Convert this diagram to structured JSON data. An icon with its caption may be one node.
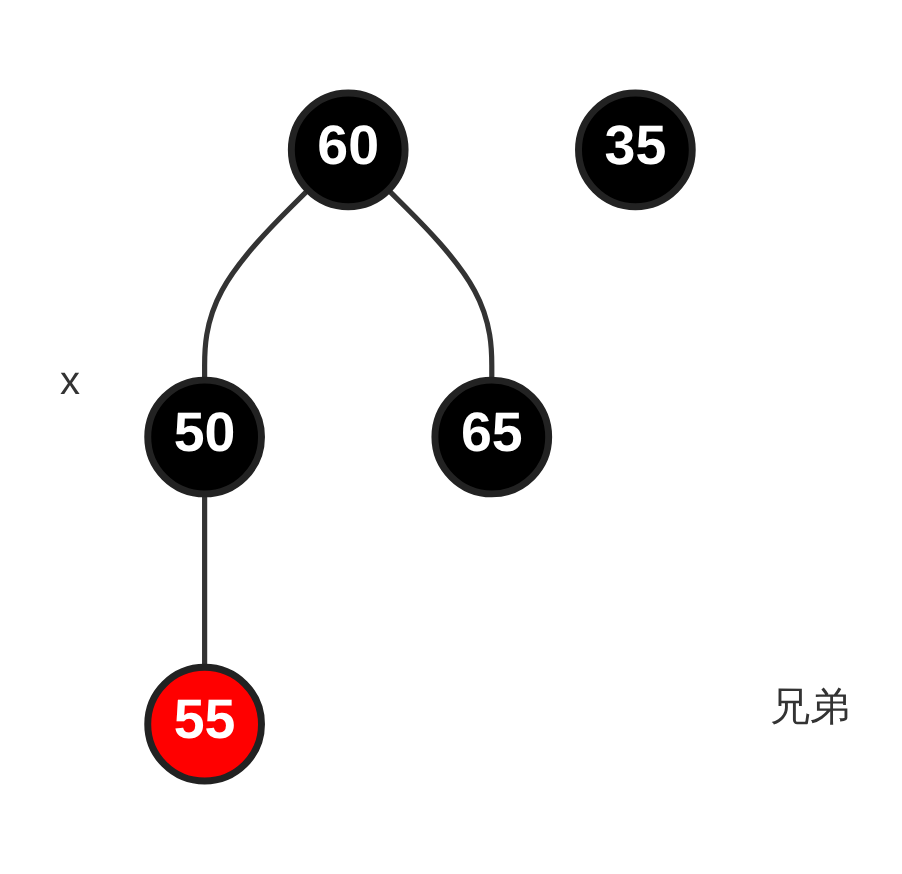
{
  "diagram": {
    "nodes": [
      {
        "text": [
          "60"
        ]
      },
      {
        "text": [
          "50"
        ]
      },
      {
        "text": [
          "65"
        ]
      },
      {
        "text": [
          "35"
        ]
      },
      {
        "text": [
          "55"
        ]
      }
    ],
    "edges": [
      {
        "from": 0,
        "to": 1,
        "arrow": "none"
      },
      {
        "from": 0,
        "to": 2,
        "arrow": "none"
      },
      {
        "from": 1,
        "to": 4,
        "arrow": "none"
      }
    ],
    "labels": [
      "x",
      "兄弟"
    ]
  }
}
